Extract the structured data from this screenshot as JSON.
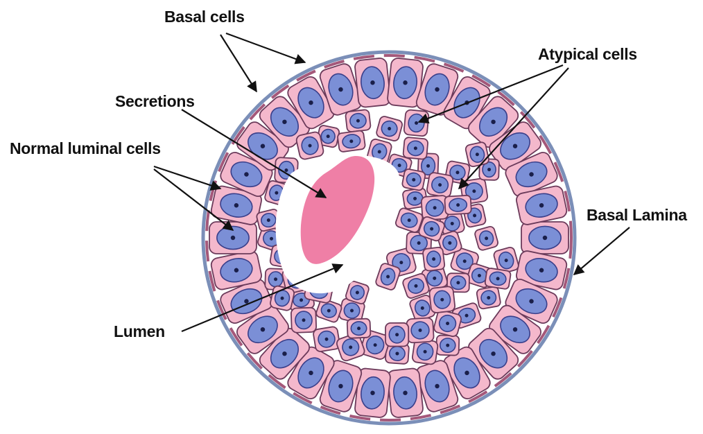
{
  "labels": {
    "basal_cells": "Basal cells",
    "secretions": "Secretions",
    "normal_luminal_cells": "Normal luminal cells",
    "atypical_cells": "Atypical cells",
    "basal_lamina": "Basal Lamina",
    "lumen": "Lumen"
  },
  "colors": {
    "cytoplasm": "#f4b8cc",
    "cell_border": "#6b3a5a",
    "nucleus": "#7b8fd6",
    "nucleus_border": "#3a3f8a",
    "nucleolus": "#1a1f4a",
    "secretion": "#ef7fa6",
    "basal_lamina": "#7b8fb8",
    "basal_cell": "#a4587a",
    "label_text": "#111111"
  }
}
